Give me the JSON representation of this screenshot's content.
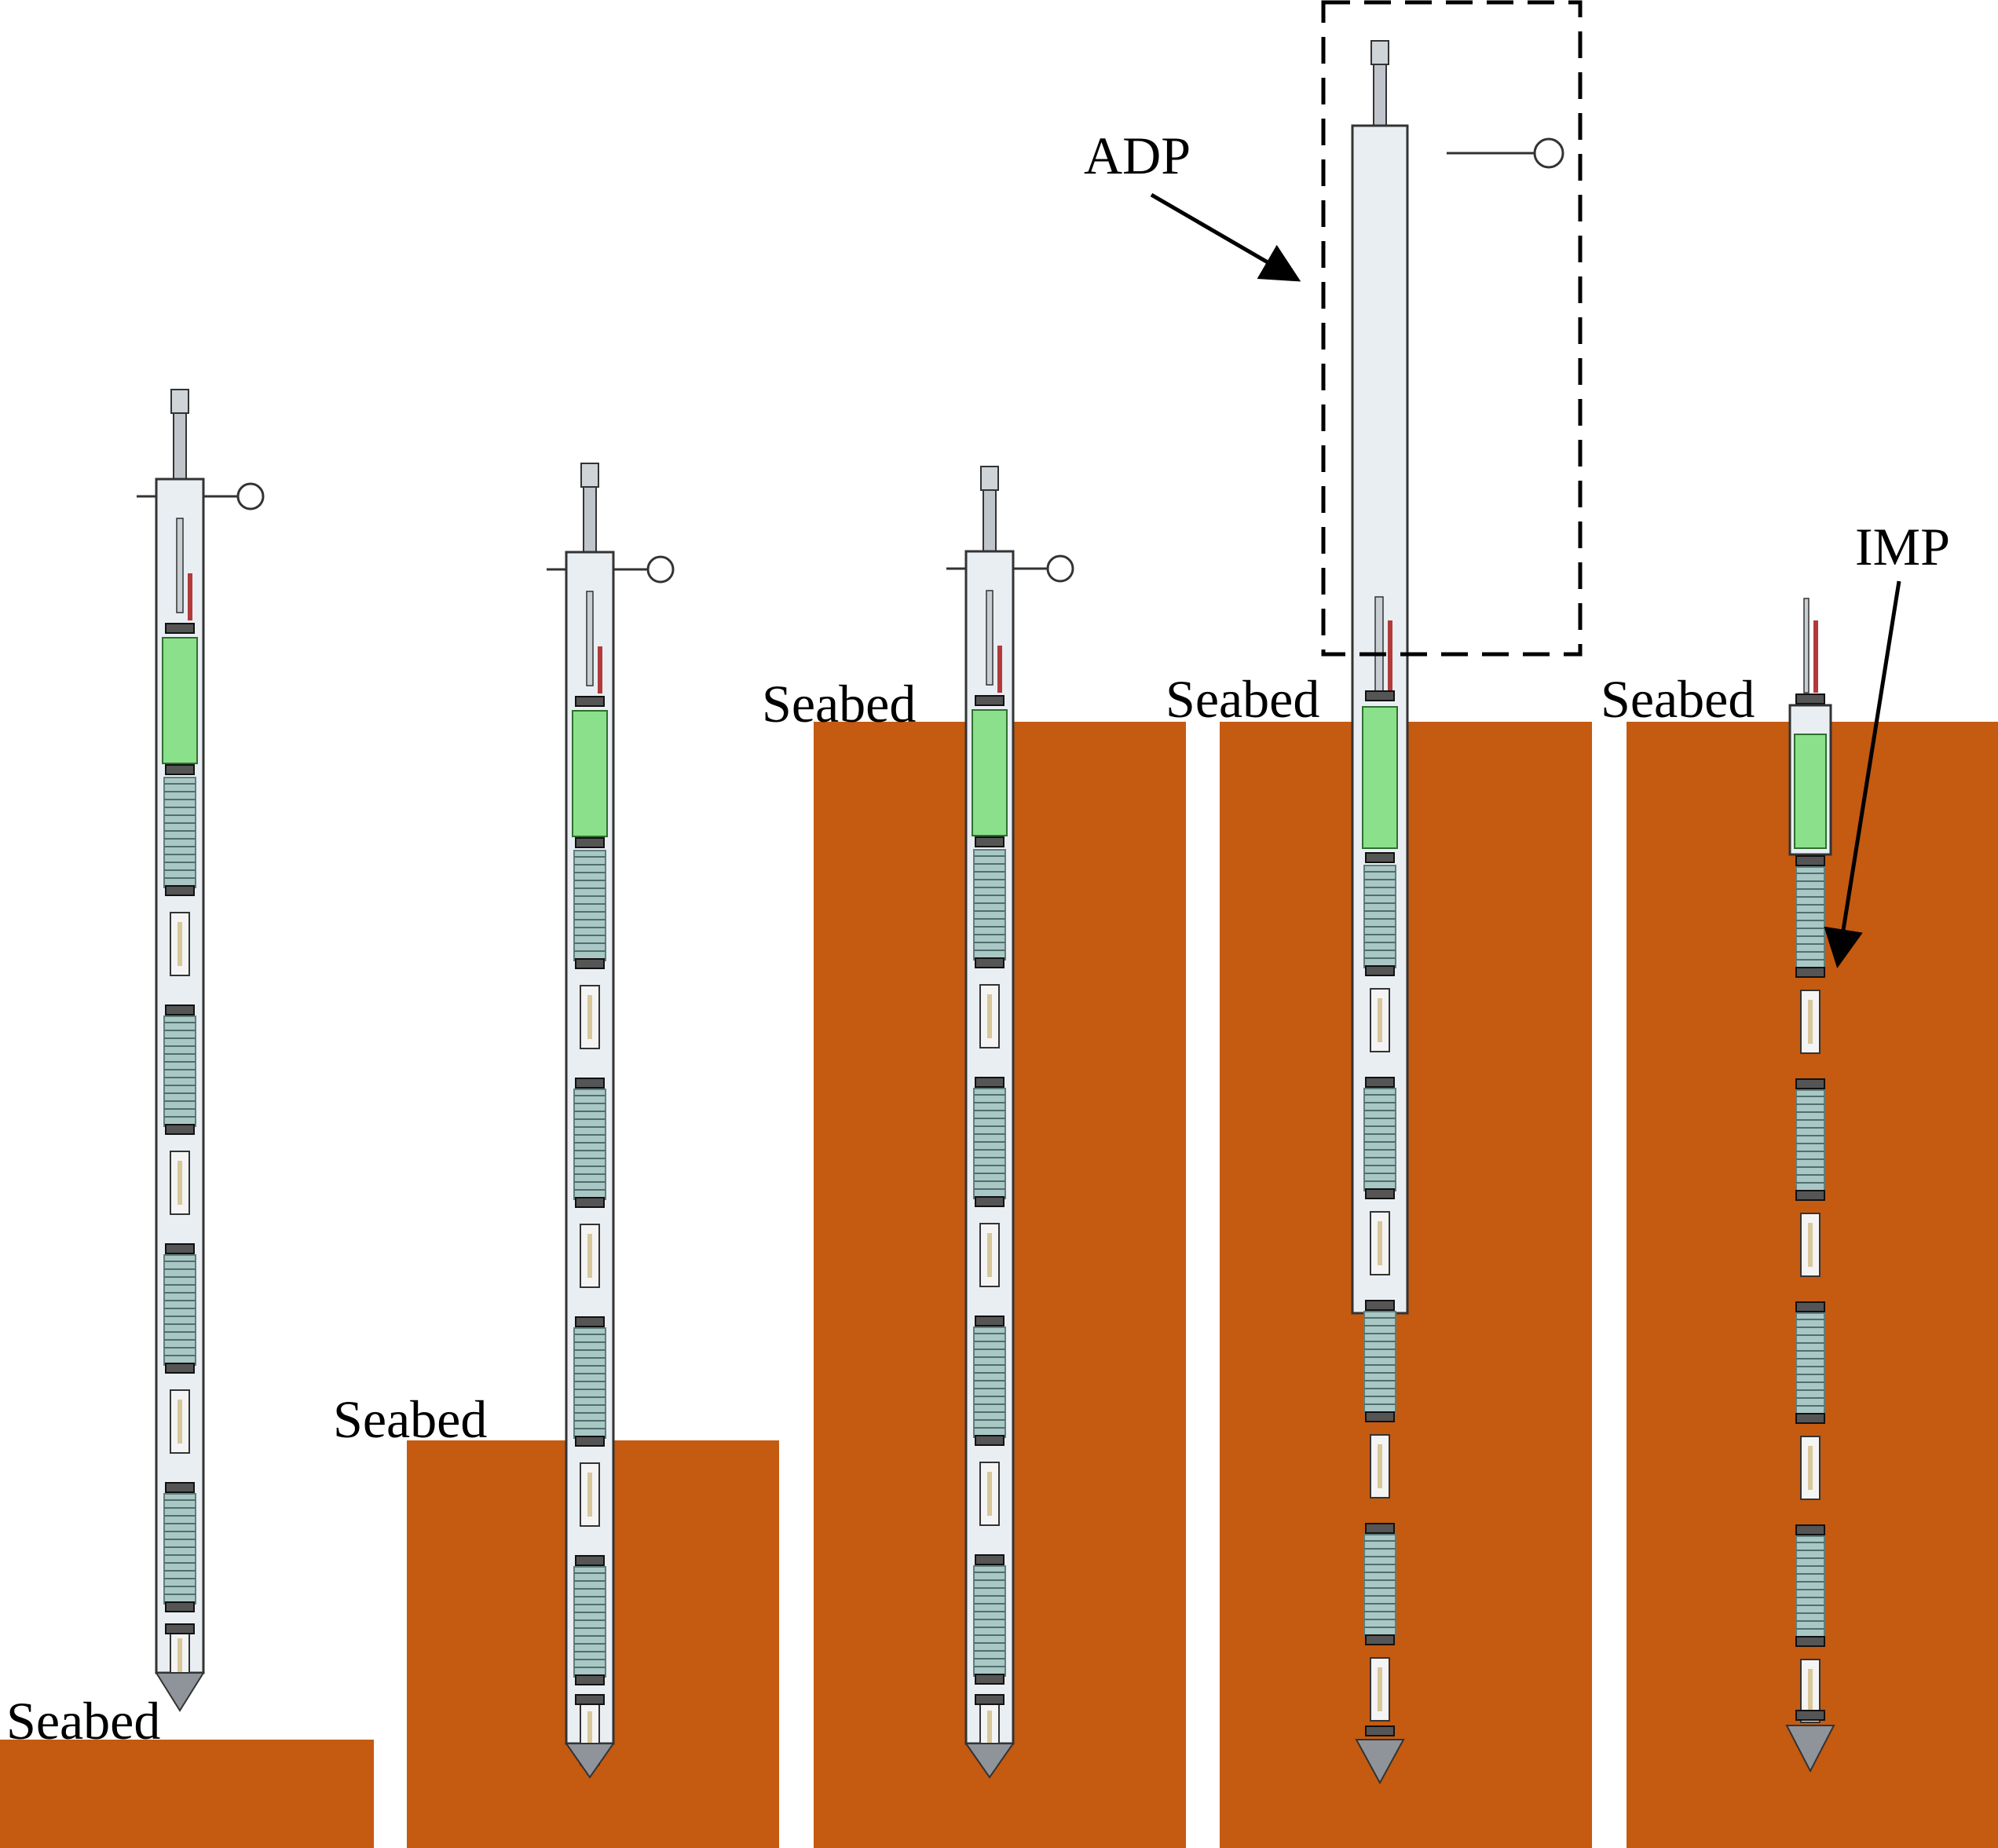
{
  "colors": {
    "seabed": "#C55A11",
    "background": "#FFFFFF",
    "battery": "#8BE08B",
    "probe_tube": "#E9EEF3",
    "spring": "#A9C7C5",
    "tip": "#8E949A",
    "outline": "#333333"
  },
  "labels": {
    "seabed": "Seabed",
    "adp": "ADP",
    "imp": "IMP"
  },
  "stages": [
    {
      "id": 1,
      "seabed_label": "Seabed",
      "adp_present": true
    },
    {
      "id": 2,
      "seabed_label": "Seabed",
      "adp_present": true
    },
    {
      "id": 3,
      "seabed_label": "Seabed",
      "adp_present": true
    },
    {
      "id": 4,
      "seabed_label": "Seabed",
      "adp_present": true
    },
    {
      "id": 5,
      "seabed_label": "Seabed",
      "adp_present": false
    }
  ]
}
